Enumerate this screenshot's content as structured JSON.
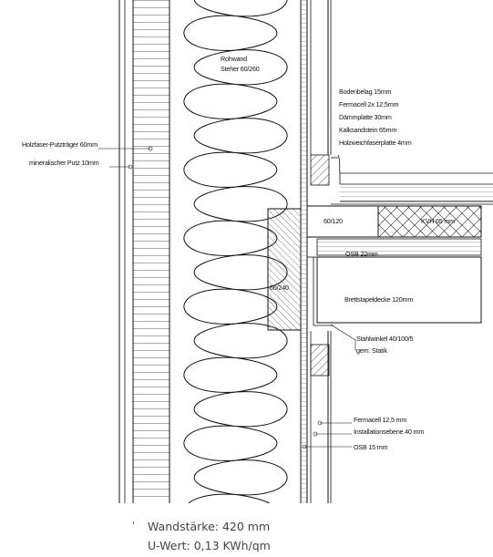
{
  "labels": {
    "rohwand": "Rohwand",
    "steher": "Steher 60/260",
    "bodenbelag": "Bodenbelag 15mm",
    "fermacell_floor": "Fermacell 2x 12,5mm",
    "daemmplatte": "Dämmplatte 30mm",
    "kalksandstein": "Kalksandstein 65mm",
    "holzweichfaser": "Holzweichfaserplatte 4mm",
    "holzfaser_putztraeger": "Holzfaser-Putzträger 60mm",
    "mineral_putz": "mineralischer Putz 10mm",
    "beam_60_120": "60/120",
    "kvh": "KVH 65 mm",
    "osb_22": "OSB 22mm",
    "beam_60_240": "60/240",
    "brettstapeldecke": "Brettstapeldecke 120mm",
    "stahlwinkel": "Stahlwinkel 40/100/5",
    "statik": "gem. Statik",
    "fermacell_wall": "Fermacell 12,5 mm",
    "installationsebene": "Installationsebene 40 mm",
    "osb_15": "OSB 15 mm"
  },
  "caption": {
    "wandstaerke": "Wandstärke: 420 mm",
    "uwert": "U-Wert: 0,13 KWh/qm"
  },
  "misc": {
    "tick": "'"
  }
}
